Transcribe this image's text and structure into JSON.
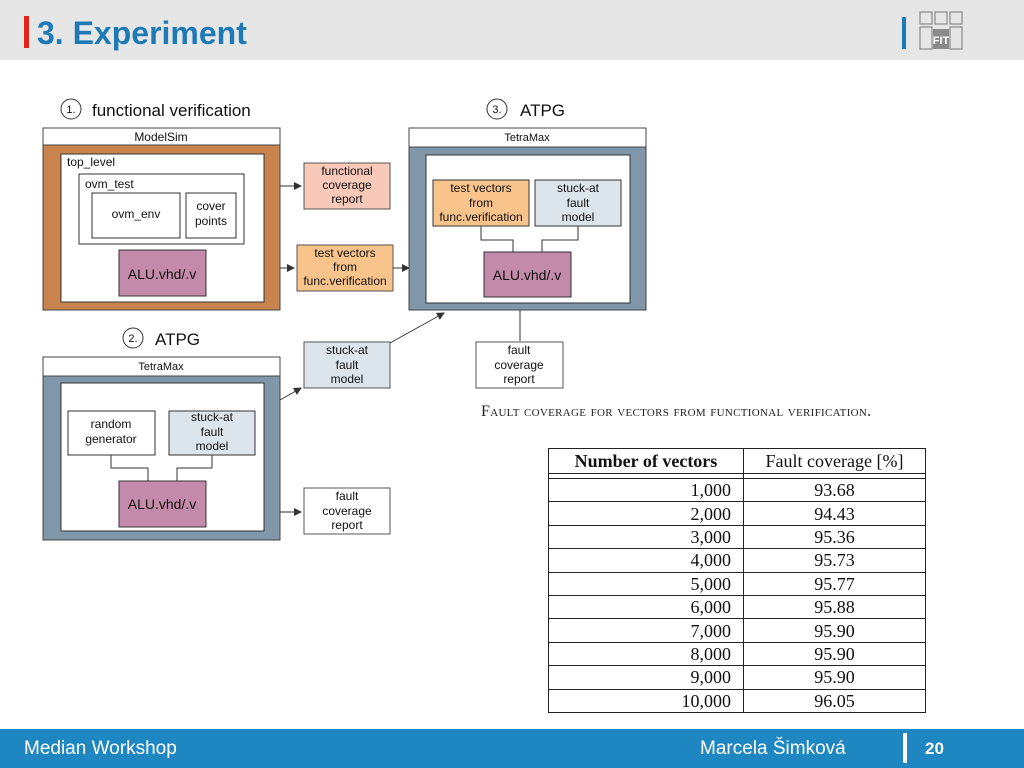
{
  "slide": {
    "title": "3. Experiment",
    "footer_left": "Median Workshop",
    "footer_author": "Marcela Šimková",
    "page_number": "20",
    "accent_colors": {
      "header_bar": "#e2231a",
      "title": "#1e7ab6",
      "footer": "#1e87c2"
    }
  },
  "logo": {
    "icon": "fit-logo-icon",
    "text": "FIT"
  },
  "diagram": {
    "step1": {
      "number": "1.",
      "heading": "functional verification",
      "tool": "ModelSim",
      "top_level": "top_level",
      "ovm_test": "ovm_test",
      "ovm_env": "ovm_env",
      "cover_1": "cover",
      "cover_2": "points",
      "dut": "ALU.vhd/.v"
    },
    "out_functional": [
      "functional",
      "coverage",
      "report"
    ],
    "out_test_vectors": [
      "test vectors",
      "from",
      "func.verification"
    ],
    "step2": {
      "number": "2.",
      "heading": "ATPG",
      "tool": "TetraMax",
      "random": [
        "random",
        "generator"
      ],
      "stuck": [
        "stuck-at",
        "fault",
        "model"
      ],
      "dut": "ALU.vhd/.v"
    },
    "mid_stuck": [
      "stuck-at",
      "fault",
      "model"
    ],
    "out_fault_2": [
      "fault",
      "coverage",
      "report"
    ],
    "step3": {
      "number": "3.",
      "heading": "ATPG",
      "tool": "TetraMax",
      "vectors": [
        "test vectors",
        "from",
        "func.verification"
      ],
      "stuck": [
        "stuck-at",
        "fault",
        "model"
      ],
      "dut": "ALU.vhd/.v"
    },
    "out_fault_3": [
      "fault",
      "coverage",
      "report"
    ]
  },
  "table": {
    "caption": "Fault coverage for vectors from functional verification.",
    "headers": [
      "Number of vectors",
      "Fault coverage [%]"
    ],
    "rows": [
      [
        "1,000",
        "93.68"
      ],
      [
        "2,000",
        "94.43"
      ],
      [
        "3,000",
        "95.36"
      ],
      [
        "4,000",
        "95.73"
      ],
      [
        "5,000",
        "95.77"
      ],
      [
        "6,000",
        "95.88"
      ],
      [
        "7,000",
        "95.90"
      ],
      [
        "8,000",
        "95.90"
      ],
      [
        "9,000",
        "95.90"
      ],
      [
        "10,000",
        "96.05"
      ]
    ]
  }
}
